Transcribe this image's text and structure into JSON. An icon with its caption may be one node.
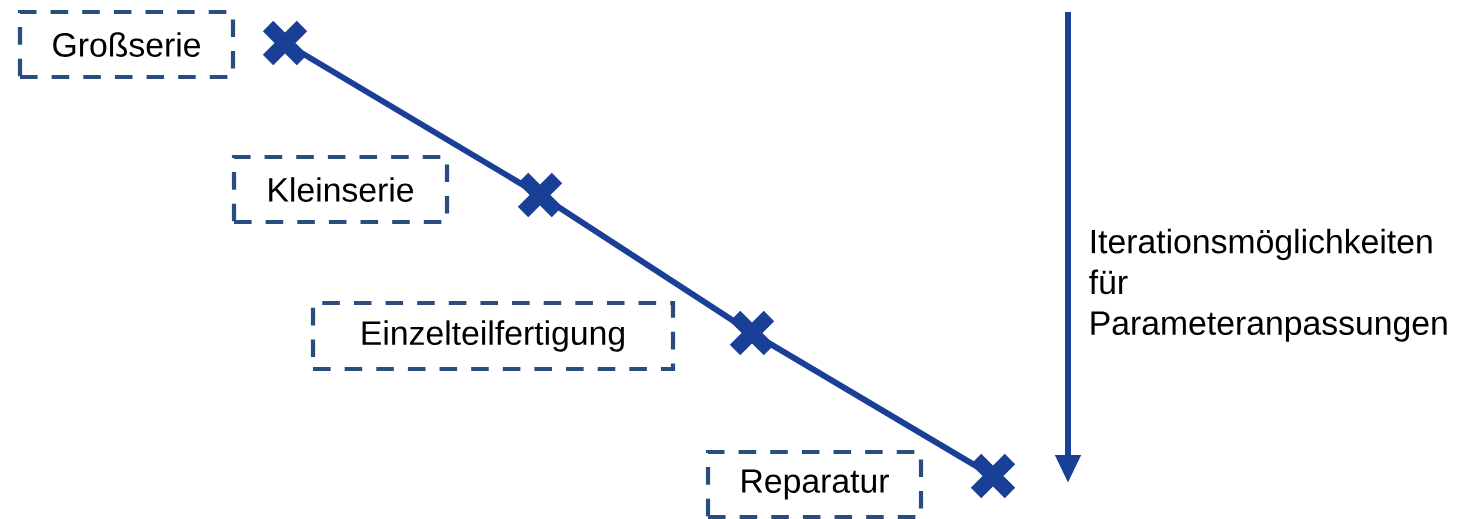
{
  "diagram": {
    "nodes": [
      {
        "text": [
          "Großserie"
        ]
      },
      {
        "text": [
          "Kleinserie"
        ]
      },
      {
        "text": [
          "Einzelteilfertigung"
        ]
      },
      {
        "text": [
          "Reparatur"
        ]
      },
      {
        "text": [],
        "shape": "cross"
      },
      {
        "text": [],
        "shape": "cross"
      },
      {
        "text": [],
        "shape": "cross"
      },
      {
        "text": [],
        "shape": "cross"
      }
    ],
    "edges": [
      {
        "from": 4,
        "to": 5,
        "arrow": "none"
      },
      {
        "from": 5,
        "to": 6,
        "arrow": "none"
      },
      {
        "from": 6,
        "to": 7,
        "arrow": "none"
      }
    ],
    "labels": [
      "Iterationsmöglichkeiten für Parameteranpassungen"
    ]
  }
}
